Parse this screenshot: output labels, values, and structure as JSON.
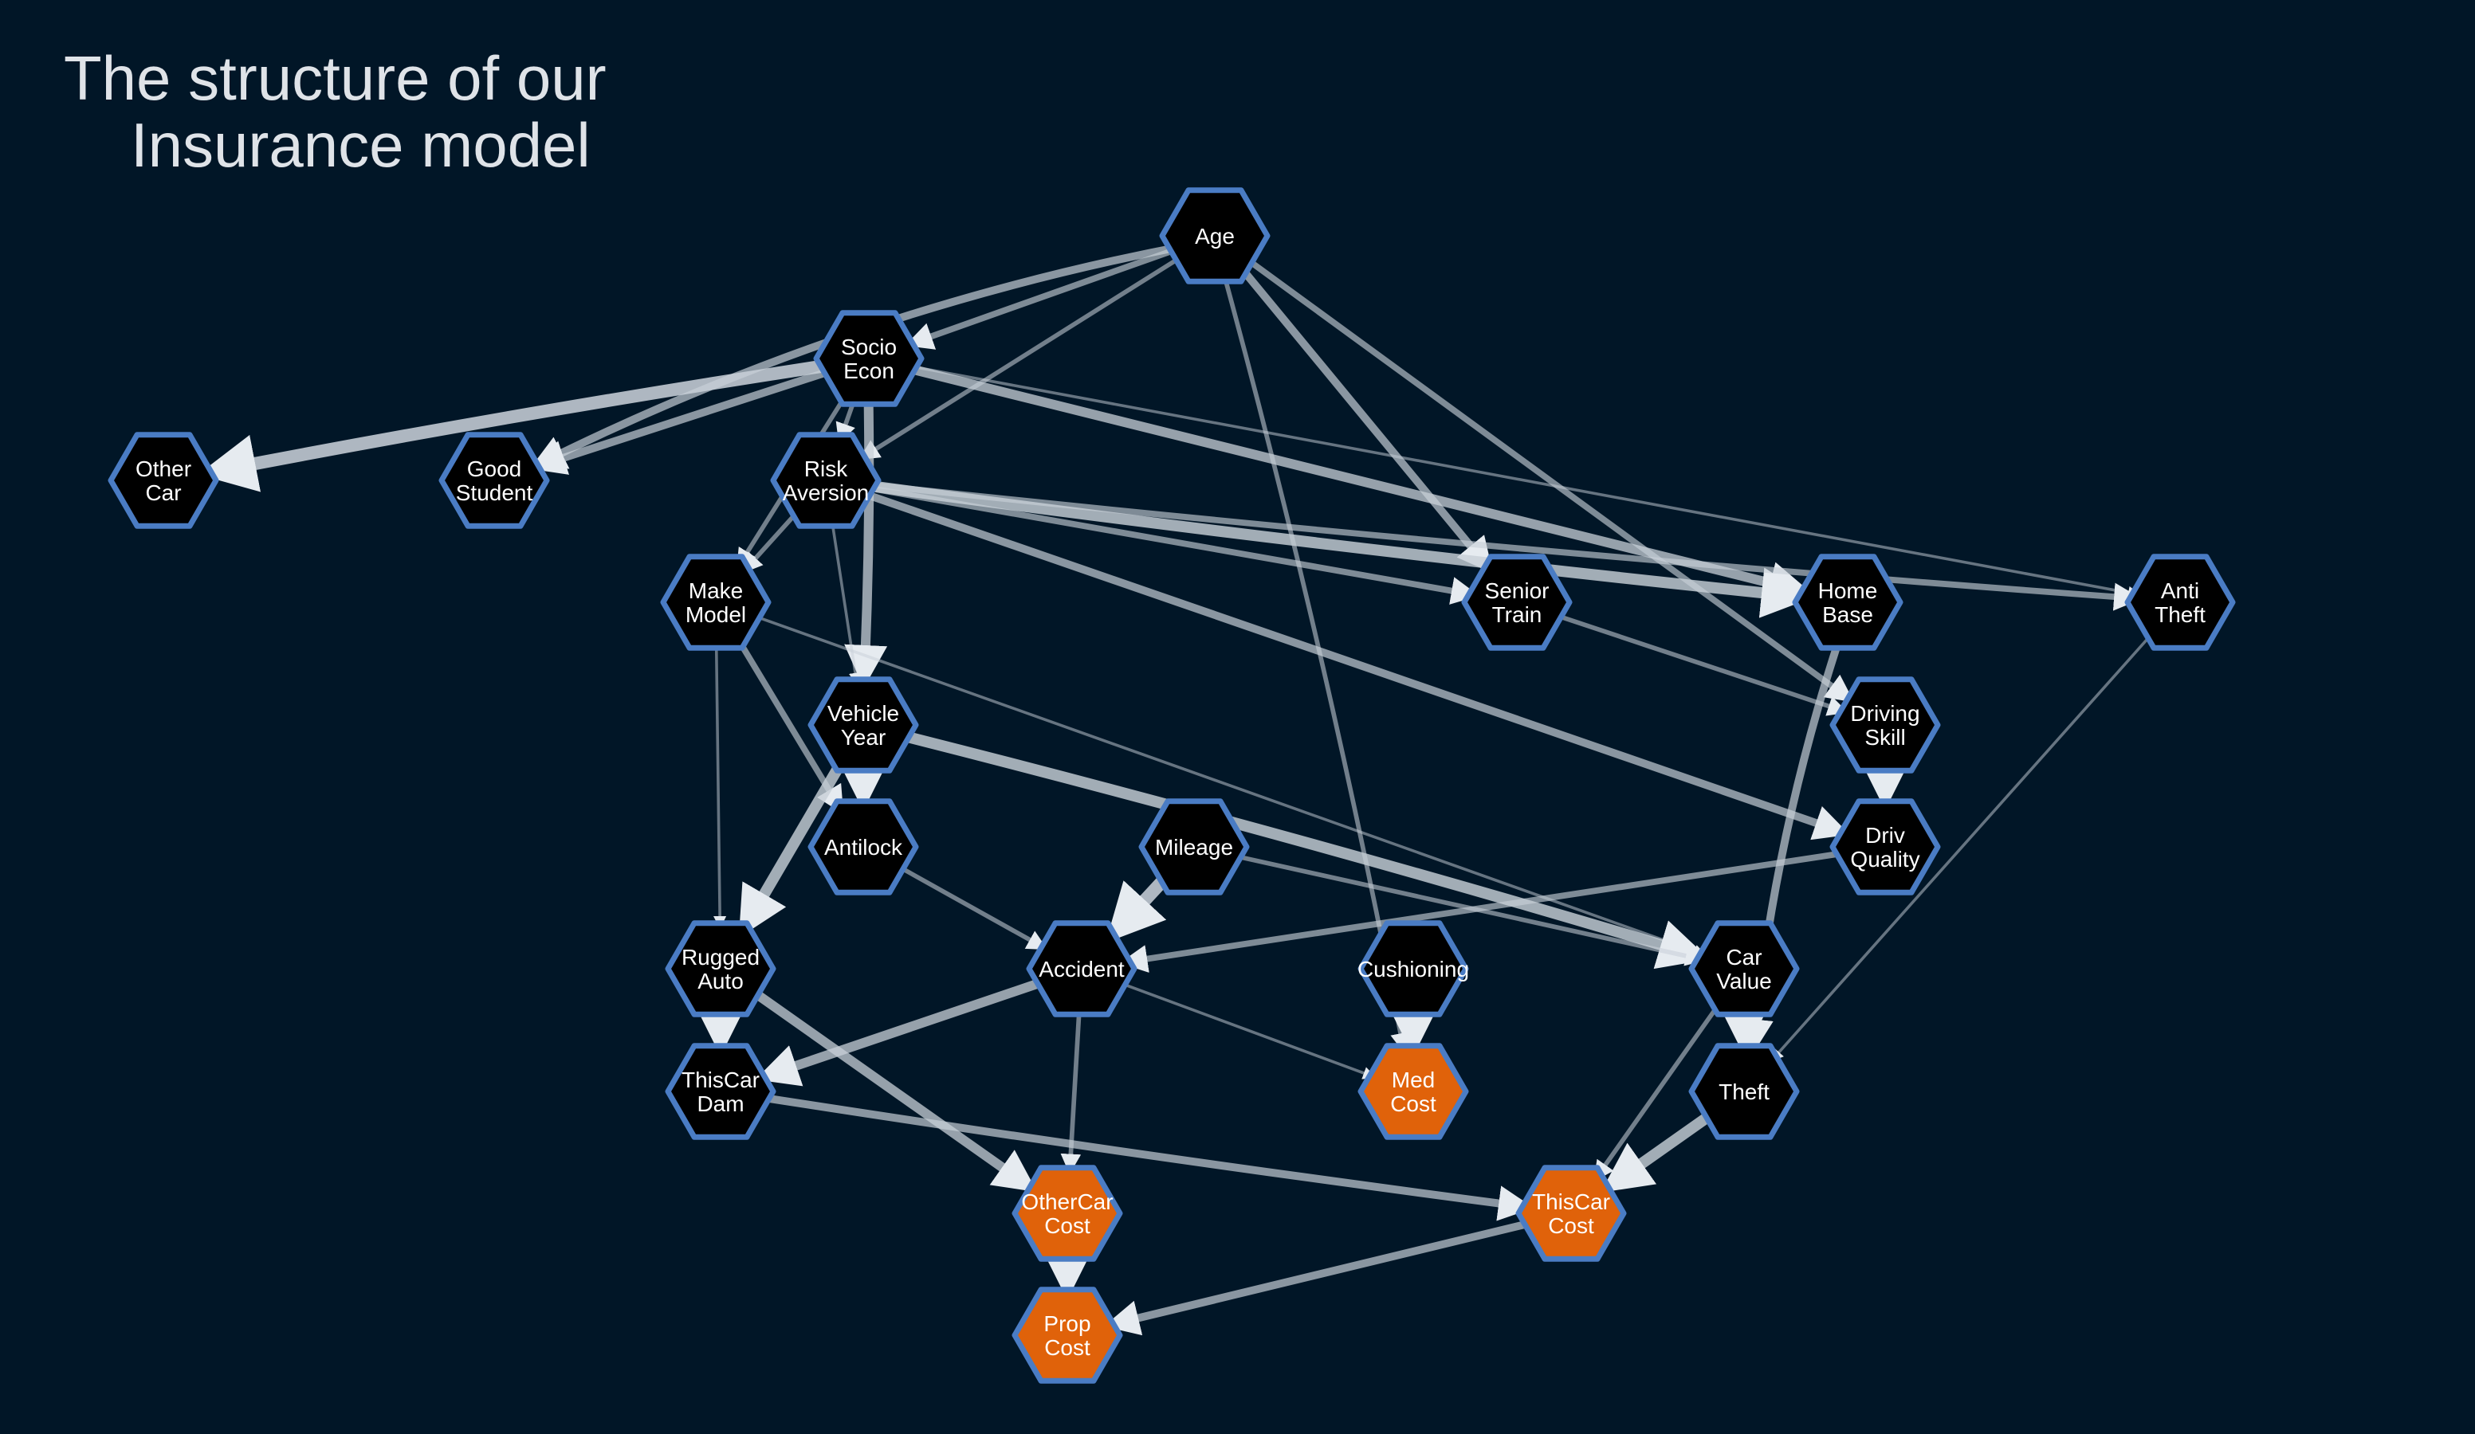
{
  "title": {
    "line1": "The structure of our",
    "line2": "Insurance model"
  },
  "colors": {
    "background": "#011627",
    "node_fill": "#000000",
    "node_border": "#4a7cc4",
    "cost_fill": "#e0620a",
    "edge": "#c8d0d8"
  },
  "nodes": [
    {
      "id": "Age",
      "lines": [
        "Age"
      ],
      "kind": "variable"
    },
    {
      "id": "SocioEcon",
      "lines": [
        "Socio",
        "Econ"
      ],
      "kind": "variable"
    },
    {
      "id": "OtherCar",
      "lines": [
        "Other",
        "Car"
      ],
      "kind": "variable"
    },
    {
      "id": "GoodStudent",
      "lines": [
        "Good",
        "Student"
      ],
      "kind": "variable"
    },
    {
      "id": "RiskAversion",
      "lines": [
        "Risk",
        "Aversion"
      ],
      "kind": "variable"
    },
    {
      "id": "MakeModel",
      "lines": [
        "Make",
        "Model"
      ],
      "kind": "variable"
    },
    {
      "id": "SeniorTrain",
      "lines": [
        "Senior",
        "Train"
      ],
      "kind": "variable"
    },
    {
      "id": "HomeBase",
      "lines": [
        "Home",
        "Base"
      ],
      "kind": "variable"
    },
    {
      "id": "AntiTheft",
      "lines": [
        "Anti",
        "Theft"
      ],
      "kind": "variable"
    },
    {
      "id": "VehicleYear",
      "lines": [
        "Vehicle",
        "Year"
      ],
      "kind": "variable"
    },
    {
      "id": "DrivingSkill",
      "lines": [
        "Driving",
        "Skill"
      ],
      "kind": "variable"
    },
    {
      "id": "Antilock",
      "lines": [
        "Antilock"
      ],
      "kind": "variable"
    },
    {
      "id": "Mileage",
      "lines": [
        "Mileage"
      ],
      "kind": "variable"
    },
    {
      "id": "DrivQuality",
      "lines": [
        "Driv",
        "Quality"
      ],
      "kind": "variable"
    },
    {
      "id": "RuggedAuto",
      "lines": [
        "Rugged",
        "Auto"
      ],
      "kind": "variable"
    },
    {
      "id": "Accident",
      "lines": [
        "Accident"
      ],
      "kind": "variable"
    },
    {
      "id": "Cushioning",
      "lines": [
        "Cushioning"
      ],
      "kind": "variable"
    },
    {
      "id": "CarValue",
      "lines": [
        "Car",
        "Value"
      ],
      "kind": "variable"
    },
    {
      "id": "ThisCarDam",
      "lines": [
        "ThisCar",
        "Dam"
      ],
      "kind": "variable"
    },
    {
      "id": "MedCost",
      "lines": [
        "Med",
        "Cost"
      ],
      "kind": "cost"
    },
    {
      "id": "Theft",
      "lines": [
        "Theft"
      ],
      "kind": "variable"
    },
    {
      "id": "OtherCarCost",
      "lines": [
        "OtherCar",
        "Cost"
      ],
      "kind": "cost"
    },
    {
      "id": "ThisCarCost",
      "lines": [
        "ThisCar",
        "Cost"
      ],
      "kind": "cost"
    },
    {
      "id": "PropCost",
      "lines": [
        "Prop",
        "Cost"
      ],
      "kind": "cost"
    }
  ],
  "edges": [
    {
      "from": "Age",
      "to": "SocioEcon",
      "weight": 3
    },
    {
      "from": "Age",
      "to": "GoodStudent",
      "weight": 4
    },
    {
      "from": "Age",
      "to": "RiskAversion",
      "weight": 2
    },
    {
      "from": "Age",
      "to": "SeniorTrain",
      "weight": 4
    },
    {
      "from": "Age",
      "to": "DrivingSkill",
      "weight": 3
    },
    {
      "from": "Age",
      "to": "MedCost",
      "weight": 2
    },
    {
      "from": "SocioEcon",
      "to": "OtherCar",
      "weight": 7
    },
    {
      "from": "SocioEcon",
      "to": "GoodStudent",
      "weight": 4
    },
    {
      "from": "SocioEcon",
      "to": "RiskAversion",
      "weight": 2
    },
    {
      "from": "SocioEcon",
      "to": "MakeModel",
      "weight": 2
    },
    {
      "from": "SocioEcon",
      "to": "VehicleYear",
      "weight": 5
    },
    {
      "from": "SocioEcon",
      "to": "HomeBase",
      "weight": 5
    },
    {
      "from": "SocioEcon",
      "to": "AntiTheft",
      "weight": 1
    },
    {
      "from": "RiskAversion",
      "to": "MakeModel",
      "weight": 2
    },
    {
      "from": "RiskAversion",
      "to": "VehicleYear",
      "weight": 1
    },
    {
      "from": "RiskAversion",
      "to": "SeniorTrain",
      "weight": 3
    },
    {
      "from": "RiskAversion",
      "to": "HomeBase",
      "weight": 6
    },
    {
      "from": "RiskAversion",
      "to": "AntiTheft",
      "weight": 3
    },
    {
      "from": "RiskAversion",
      "to": "DrivQuality",
      "weight": 4
    },
    {
      "from": "MakeModel",
      "to": "RuggedAuto",
      "weight": 1
    },
    {
      "from": "MakeModel",
      "to": "Antilock",
      "weight": 3
    },
    {
      "from": "MakeModel",
      "to": "CarValue",
      "weight": 1
    },
    {
      "from": "VehicleYear",
      "to": "Antilock",
      "weight": 6
    },
    {
      "from": "VehicleYear",
      "to": "RuggedAuto",
      "weight": 6
    },
    {
      "from": "VehicleYear",
      "to": "CarValue",
      "weight": 6
    },
    {
      "from": "SeniorTrain",
      "to": "DrivingSkill",
      "weight": 2
    },
    {
      "from": "HomeBase",
      "to": "Theft",
      "weight": 4
    },
    {
      "from": "AntiTheft",
      "to": "Theft",
      "weight": 1
    },
    {
      "from": "DrivingSkill",
      "to": "DrivQuality",
      "weight": 5
    },
    {
      "from": "DrivQuality",
      "to": "Accident",
      "weight": 3
    },
    {
      "from": "Antilock",
      "to": "Accident",
      "weight": 2
    },
    {
      "from": "Mileage",
      "to": "Accident",
      "weight": 7
    },
    {
      "from": "Mileage",
      "to": "CarValue",
      "weight": 2
    },
    {
      "from": "RuggedAuto",
      "to": "ThisCarDam",
      "weight": 7
    },
    {
      "from": "RuggedAuto",
      "to": "OtherCarCost",
      "weight": 5
    },
    {
      "from": "Accident",
      "to": "ThisCarDam",
      "weight": 5
    },
    {
      "from": "Accident",
      "to": "OtherCarCost",
      "weight": 2
    },
    {
      "from": "Accident",
      "to": "MedCost",
      "weight": 1
    },
    {
      "from": "Cushioning",
      "to": "MedCost",
      "weight": 7
    },
    {
      "from": "CarValue",
      "to": "Theft",
      "weight": 6
    },
    {
      "from": "CarValue",
      "to": "ThisCarCost",
      "weight": 2
    },
    {
      "from": "ThisCarDam",
      "to": "ThisCarCost",
      "weight": 4
    },
    {
      "from": "Theft",
      "to": "ThisCarCost",
      "weight": 6
    },
    {
      "from": "OtherCarCost",
      "to": "PropCost",
      "weight": 7
    },
    {
      "from": "ThisCarCost",
      "to": "PropCost",
      "weight": 4
    }
  ]
}
